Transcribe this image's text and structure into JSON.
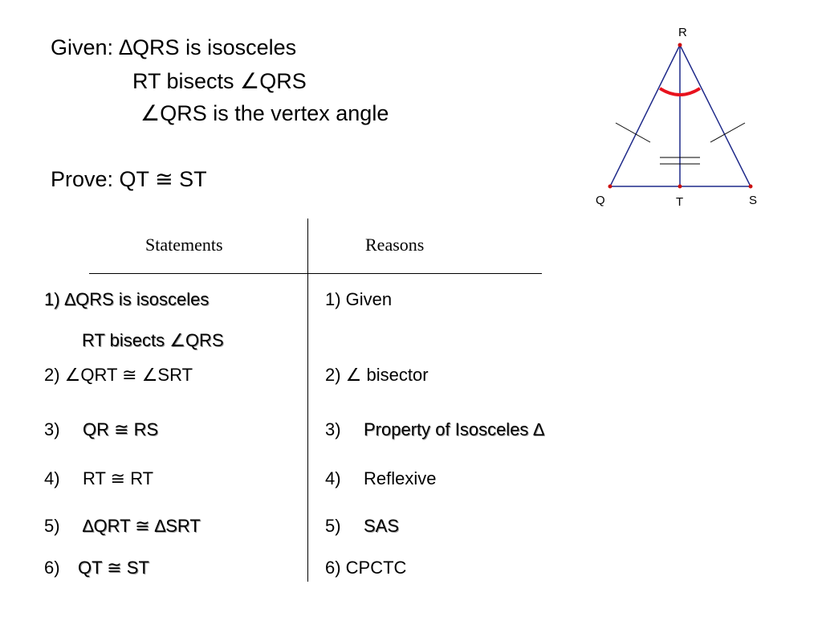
{
  "given": {
    "line1": "Given: ∆QRS is isosceles",
    "line2": "RT bisects ∠QRS",
    "line3": "∠QRS is the vertex angle"
  },
  "prove": "Prove: QT ≅ ST",
  "diagram": {
    "labels": {
      "R": "R",
      "Q": "Q",
      "T": "T",
      "S": "S"
    },
    "colors": {
      "lines": "#1f2a8a",
      "angle_mark": "#e8121e",
      "points": "#cc1111"
    }
  },
  "table": {
    "headers": {
      "statements": "Statements",
      "reasons": "Reasons"
    },
    "rows": [
      {
        "statement": "1)  ∆QRS is isosceles",
        "statement2": "RT bisects ∠QRS",
        "reason": "1)  Given"
      },
      {
        "statement": "2)    ∠QRT ≅ ∠SRT",
        "reason": "2) ∠ bisector"
      },
      {
        "num": "3)",
        "statement": "QR ≅ RS",
        "reason_num": "3)",
        "reason": "Property of Isosceles ∆"
      },
      {
        "num": "4)",
        "statement": "RT ≅ RT",
        "reason_num": "4)",
        "reason": "Reflexive"
      },
      {
        "num": "5)",
        "statement": "∆QRT ≅ ∆SRT",
        "reason_num": "5)",
        "reason": "SAS"
      },
      {
        "num": "6)",
        "statement": "QT ≅ ST",
        "reason": "6)  CPCTC"
      }
    ]
  }
}
